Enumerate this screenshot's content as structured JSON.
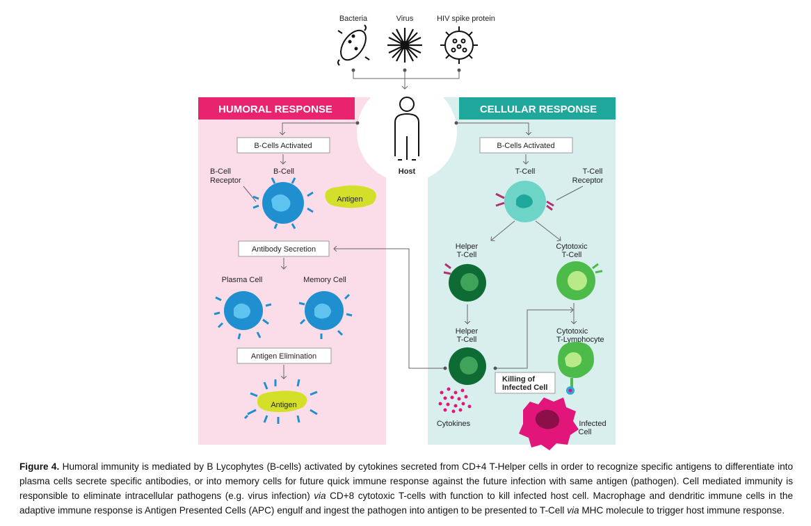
{
  "pathogens": {
    "bacteria": "Bacteria",
    "virus": "Virus",
    "hiv": "HIV spike protein"
  },
  "host_label": "Host",
  "humoral": {
    "header": "HUMORAL RESPONSE",
    "b_cells_activated": "B-Cells Activated",
    "b_cell_receptor_1": "B-Cell",
    "b_cell_receptor_2": "Receptor",
    "b_cell": "B-Cell",
    "antigen": "Antigen",
    "antibody_secretion": "Antibody Secretion",
    "plasma_cell": "Plasma Cell",
    "memory_cell": "Memory Cell",
    "antigen_elimination": "Antigen Elimination",
    "antigen_bottom": "Antigen"
  },
  "cellular": {
    "header": "CELLULAR RESPONSE",
    "b_cells_activated": "B-Cells Activated",
    "t_cell": "T-Cell",
    "t_cell_receptor_1": "T-Cell",
    "t_cell_receptor_2": "Receptor",
    "helper_1": "Helper",
    "helper_2": "T-Cell",
    "cytotoxic_1": "Cytotoxic",
    "cytotoxic_2": "T-Cell",
    "helper_b_1": "Helper",
    "helper_b_2": "T-Cell",
    "ctl_1": "Cytotoxic",
    "ctl_2": "T-Lymphocyte",
    "killing_1": "Killing of",
    "killing_2": "Infected Cell",
    "cytokines": "Cytokines",
    "infected_1": "Infected",
    "infected_2": "Cell"
  },
  "caption": {
    "figure_label": "Figure 4.",
    "part1": " Humoral immunity is mediated by B Lycophytes (B-cells) activated by cytokines secreted from CD+4 T-Helper cells in order to recognize specific antigens to differentiate into plasma cells secrete specific antibodies, or into memory cells for future quick immune response against the future infection with same antigen (pathogen). Cell mediated immunity is responsible to eliminate intracellular pathogens (e.g. virus infection) ",
    "via1": "via",
    "part2": " CD+8 cytotoxic T-cells with function to kill infected host cell. Macrophage and dendritic immune cells in the adaptive immune response is Antigen Presented Cells (APC) engulf and ingest the pathogen into antigen to be presented to T-Cell ",
    "via2": "via",
    "part3": " MHC molecule to trigger host  immune response."
  },
  "colors": {
    "humoral_bg": "#fbdde9",
    "humoral_header": "#e8246f",
    "cellular_bg": "#d9efee",
    "cellular_header": "#1fa79c",
    "b_cell_blue": "#1f8fd0",
    "antigen_yellow": "#d4df2a",
    "t_cell_teal": "#6fd4c8",
    "helper_dark_green": "#0e6b34",
    "cytotoxic_green": "#4cbb4a",
    "infected_magenta": "#e2167a"
  }
}
